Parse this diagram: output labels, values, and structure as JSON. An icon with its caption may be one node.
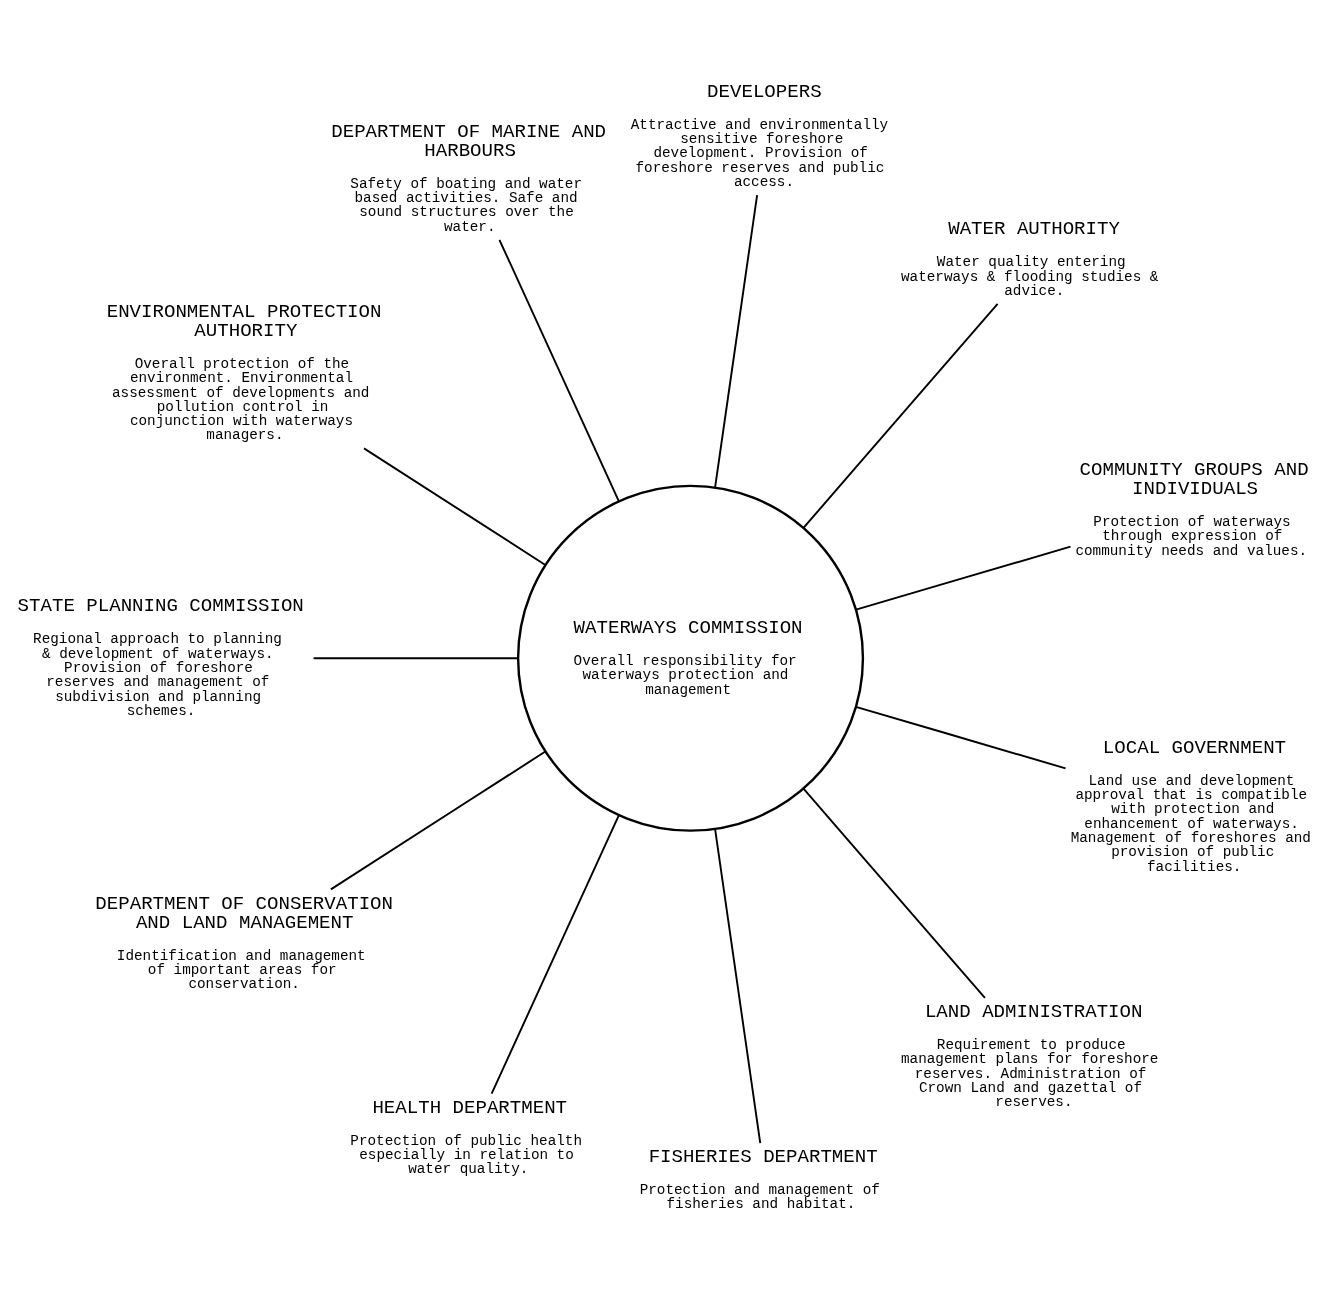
{
  "diagram": {
    "nodes": [
      {
        "text": [
          "LOCAL GOVERNMENT",
          "Land use and development approval that is compatible with protection and enhancement of waterways. Management of foreshores and provision of public facilities."
        ]
      },
      {
        "text": [
          "COMMUNITY GROUPS AND INDIVIDUALS",
          "Protection of waterways through expression of community needs and values."
        ]
      },
      {
        "text": [
          "WATER AUTHORITY",
          "Water quality entering waterways & flooding studies & advice."
        ]
      },
      {
        "text": [
          "LAND ADMINISTRATION",
          "Requirement to produce management plans for foreshore reserves. Administration of Crown Land and gazettal of reserves."
        ]
      },
      {
        "text": [
          "DEVELOPERS",
          "Attractive and environmentally sensitive foreshore development. Provision of foreshore reserves and public access."
        ]
      },
      {
        "text": [
          "WATERWAYS COMMISSION",
          "Overall responsibility for waterways protection and management"
        ]
      },
      {
        "text": [
          "DEPARTMENT OF MARINE AND HARBOURS",
          "Safety of boating and water based activities. Safe and sound structures over the water."
        ]
      },
      {
        "text": [
          "FISHERIES DEPARTMENT",
          "Protection and management of fisheries and habitat."
        ]
      },
      {
        "text": [
          "HEALTH DEPARTMENT",
          "Protection of public health especially in relation to water quality."
        ]
      },
      {
        "text": [
          "ENVIRONMENTAL PROTECTION AUTHORITY",
          "Overall protection of the environment. Environmental assessment of developments and pollution control in conjunction with waterways managers."
        ]
      },
      {
        "text": [
          "STATE PLANNING COMMISSION",
          "Regional approach to planning & development of waterways. Provision of foreshore reserves and management of subdivision and planning schemes."
        ]
      },
      {
        "text": [
          "DEPARTMENT OF CONSERVATION AND LAND MANAGEMENT",
          "Identification and management of important areas for conservation."
        ]
      }
    ],
    "edges": [
      {
        "from": 1,
        "to": 5,
        "arrow": "none"
      },
      {
        "from": 2,
        "to": 5,
        "arrow": "none"
      },
      {
        "from": 4,
        "to": 5,
        "arrow": "none"
      },
      {
        "from": 6,
        "to": 5,
        "arrow": "none"
      },
      {
        "from": 9,
        "to": 5,
        "arrow": "none"
      },
      {
        "from": 10,
        "to": 5,
        "arrow": "none"
      },
      {
        "from": 11,
        "to": 5,
        "arrow": "none"
      },
      {
        "from": 8,
        "to": 5,
        "arrow": "none"
      },
      {
        "from": 7,
        "to": 5,
        "arrow": "none"
      },
      {
        "from": 3,
        "to": 5,
        "arrow": "none"
      },
      {
        "from": 0,
        "to": 5,
        "arrow": "none"
      }
    ]
  }
}
